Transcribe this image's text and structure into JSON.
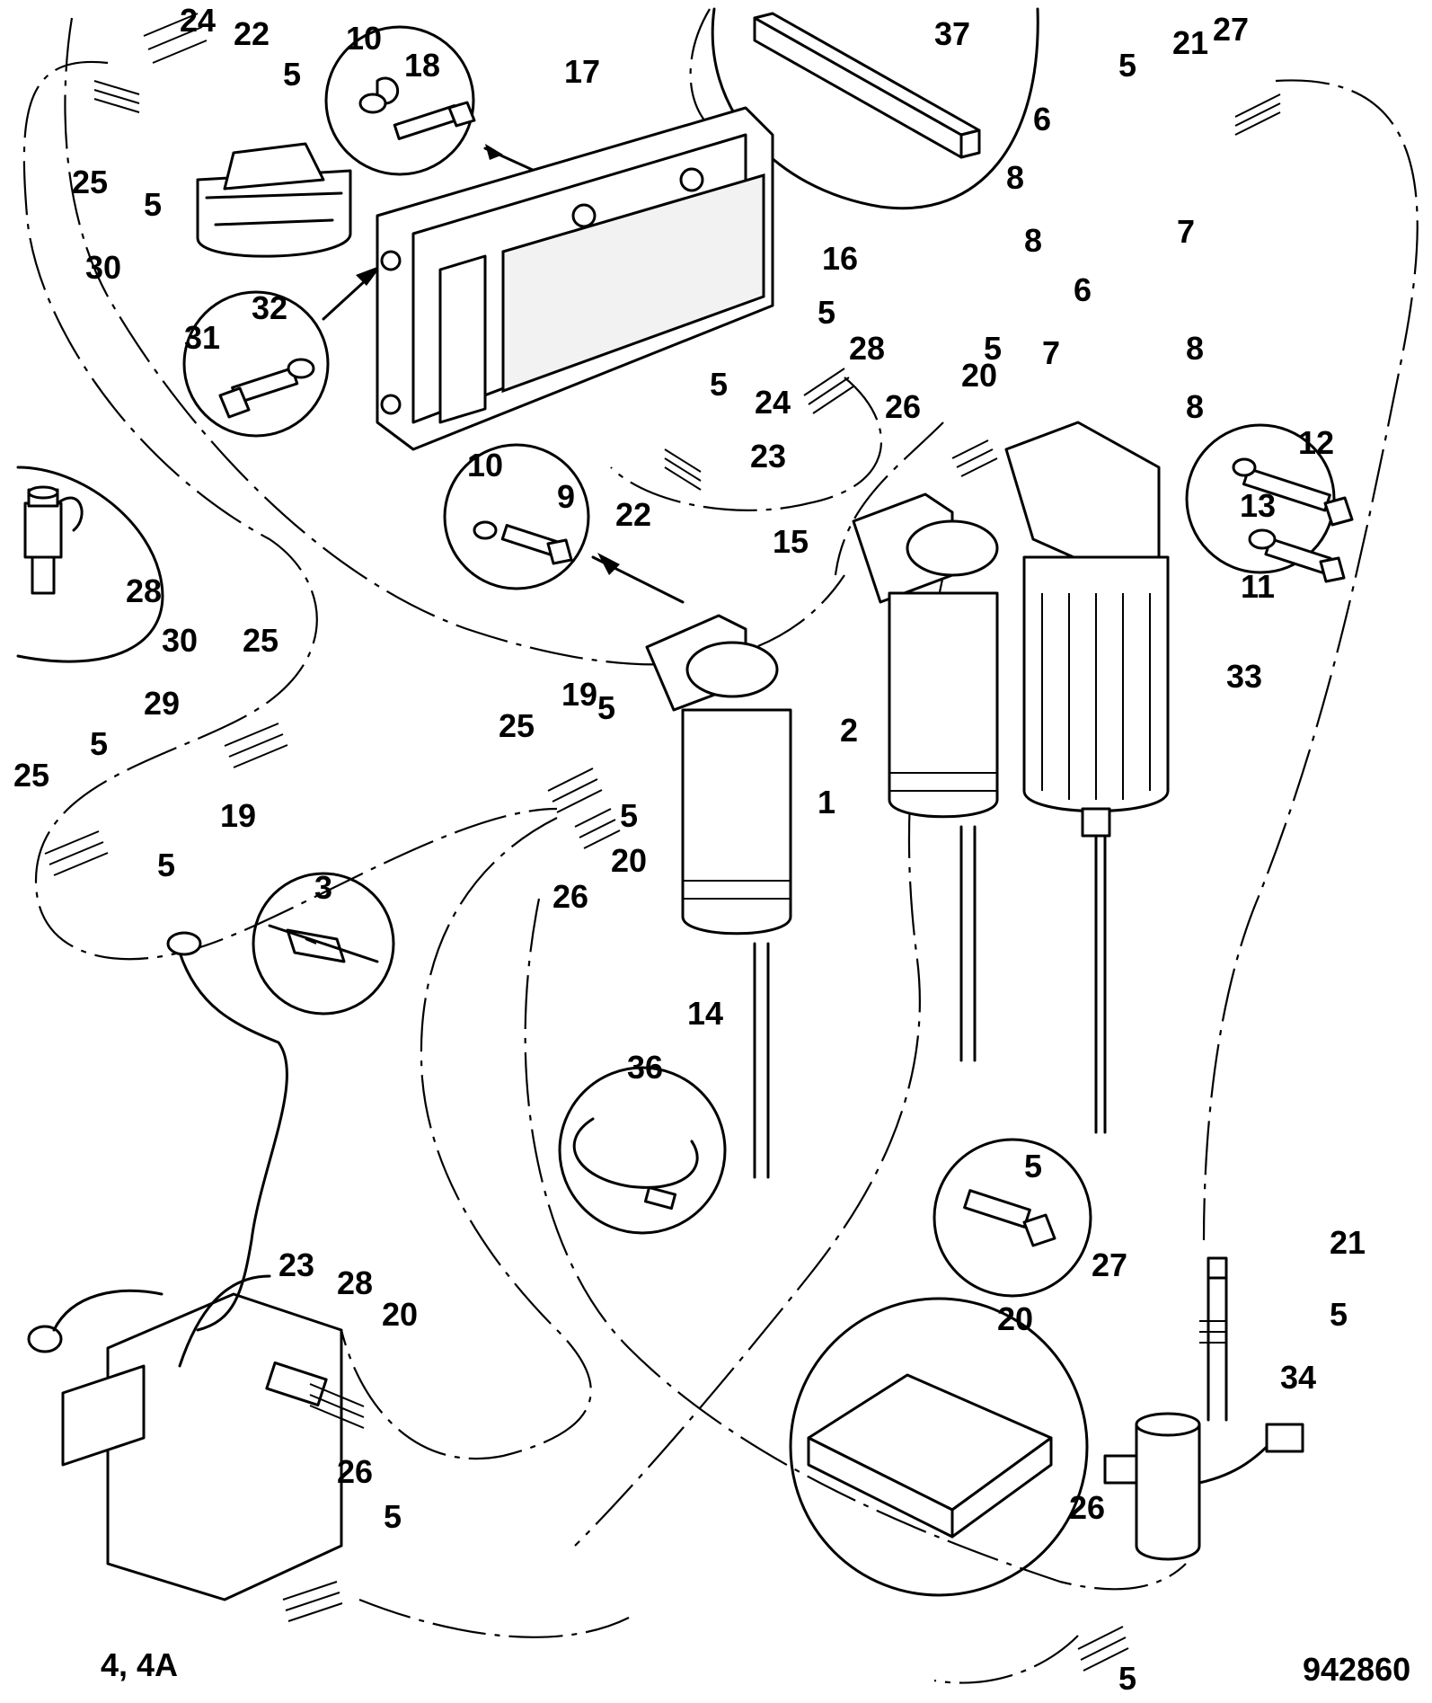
{
  "drawing_number": "942860",
  "callouts": [
    "24",
    "22",
    "5",
    "25",
    "5",
    "30",
    "10",
    "18",
    "17",
    "37",
    "5",
    "21",
    "27",
    "6",
    "8",
    "7",
    "8",
    "16",
    "31",
    "32",
    "5",
    "28",
    "5",
    "24",
    "23",
    "22",
    "6",
    "8",
    "7",
    "8",
    "5",
    "20",
    "26",
    "10",
    "9",
    "15",
    "12",
    "13",
    "11",
    "28",
    "30",
    "25",
    "29",
    "5",
    "25",
    "19",
    "5",
    "19",
    "25",
    "5",
    "20",
    "26",
    "5",
    "2",
    "1",
    "33",
    "3",
    "14",
    "36",
    "5",
    "23",
    "28",
    "20",
    "26",
    "5",
    "4, 4A",
    "27",
    "21",
    "5",
    "34",
    "20",
    "26",
    "5"
  ]
}
